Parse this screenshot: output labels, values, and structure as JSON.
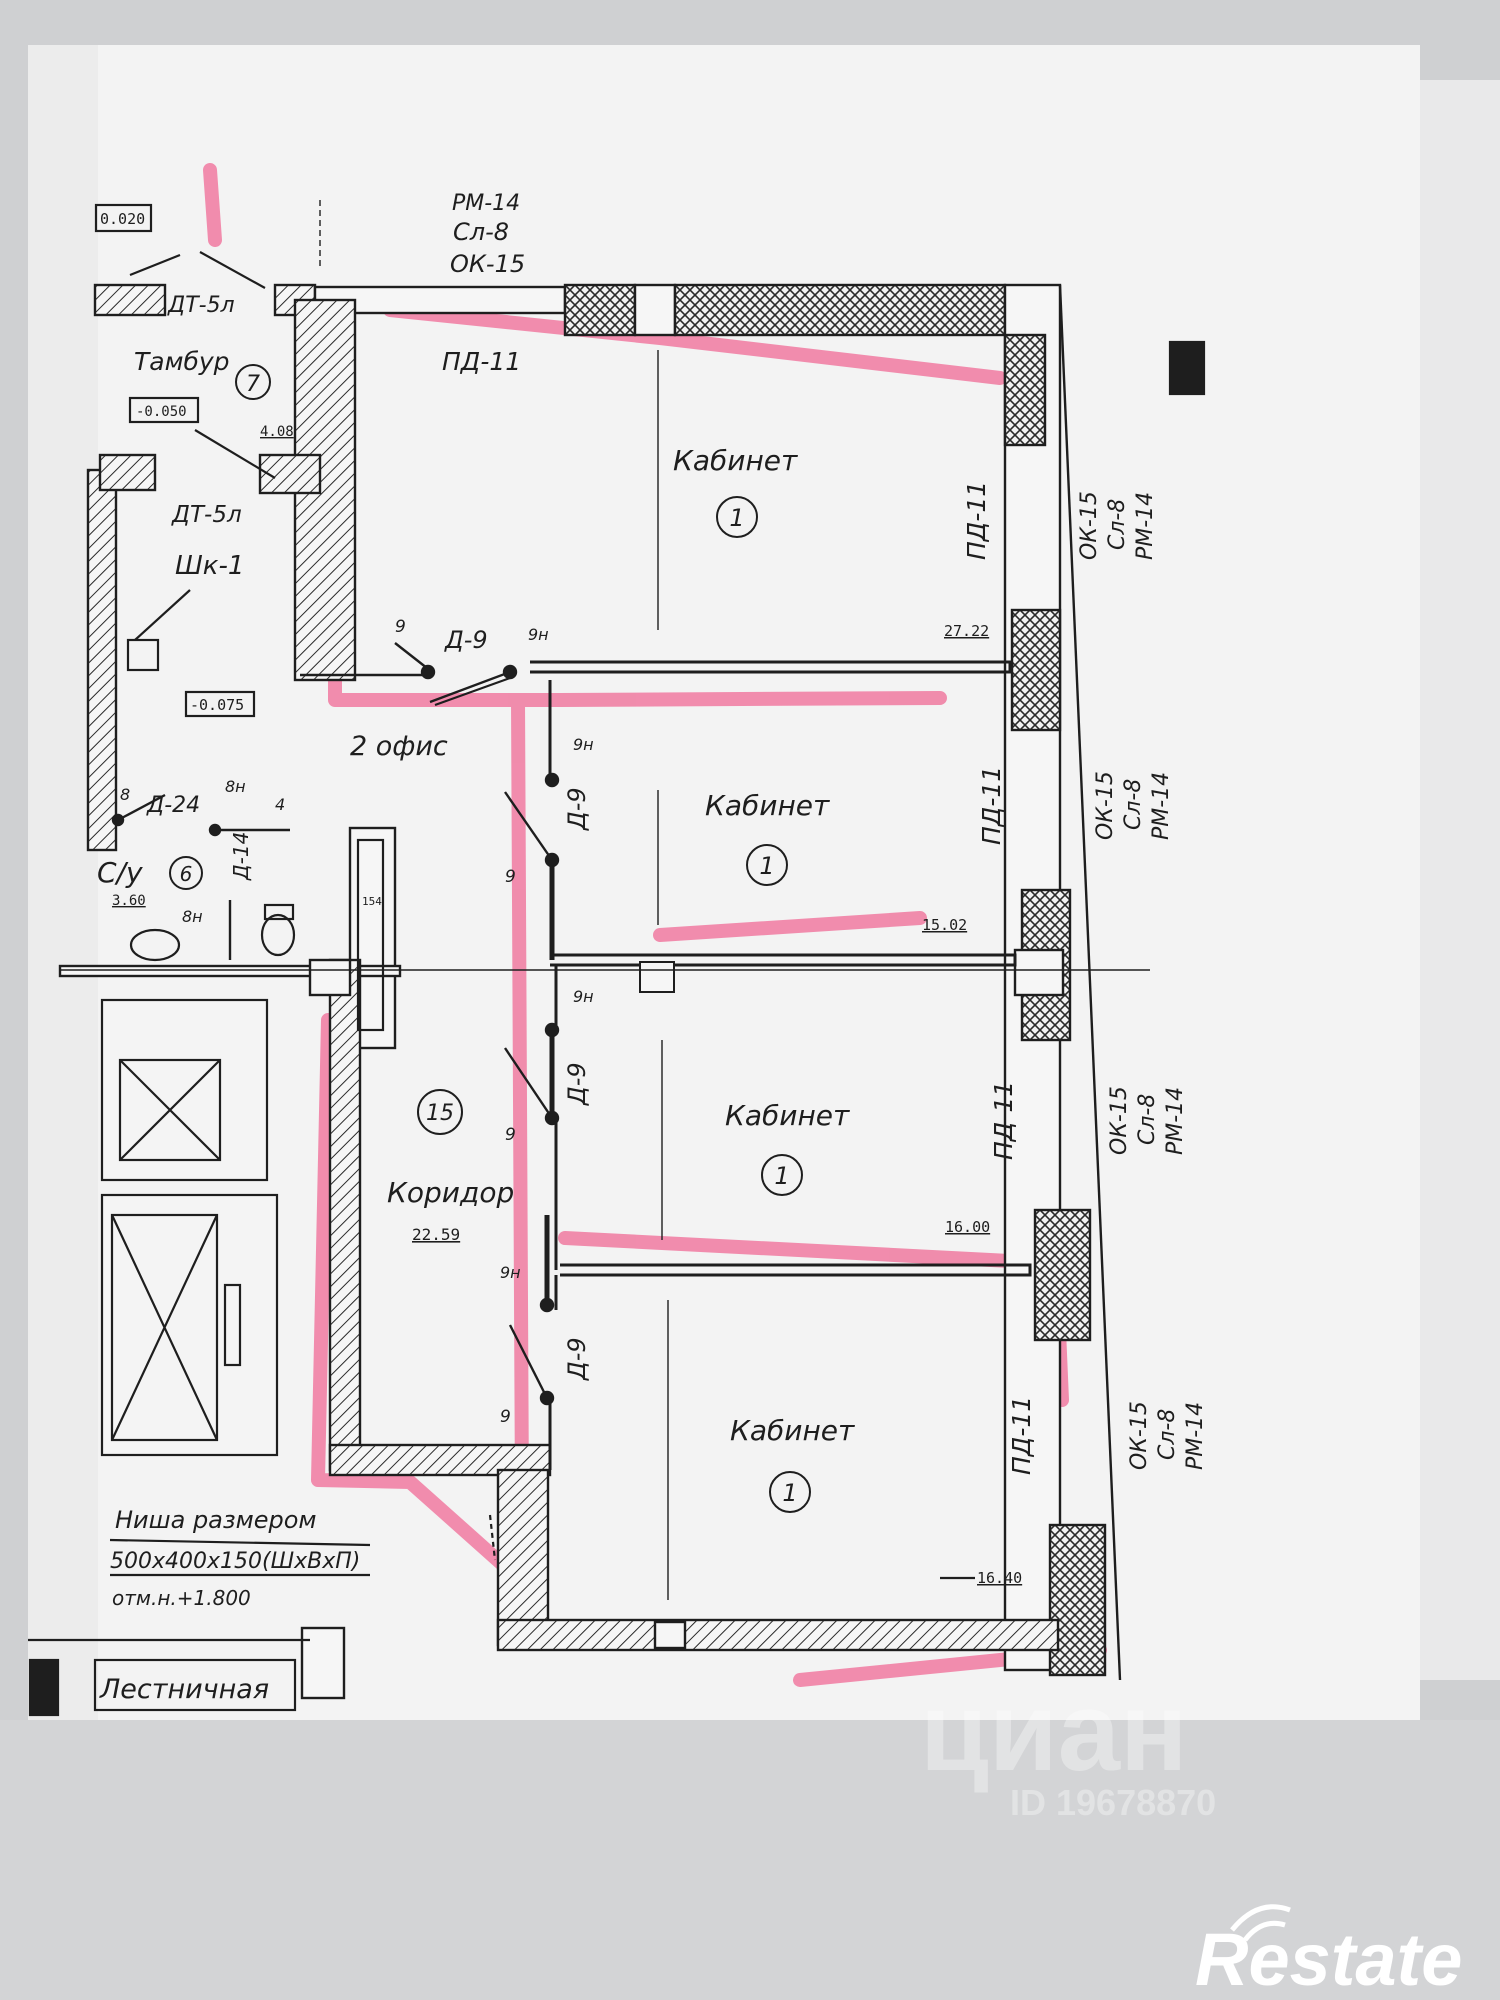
{
  "page": {
    "background": "#cfd0d2",
    "paper": "#f3f3f3",
    "ink": "#1e1e1e",
    "marker": "#f06a95"
  },
  "corner_marks": {
    "level": "0.020",
    "dt_5l_top": "ДТ-5л"
  },
  "top_windows": [
    "РМ-14",
    "Сл-8",
    "ОК-15"
  ],
  "pd11_top": "ПД-11",
  "tambur": {
    "name": "Тамбур",
    "num": "7",
    "level": "-0.050",
    "area": "4.08"
  },
  "dt_5l_mid": "ДТ-5л",
  "shk": "Шк-1",
  "office": {
    "name": "2 офис",
    "level": "-0.075"
  },
  "wc": {
    "name": "С/у",
    "num": "6",
    "area": "3.60",
    "door": "Д-24",
    "door2": "Д-14",
    "mark8": "8",
    "mark8n": "8н",
    "mark4": "4",
    "mark8n2": "8н"
  },
  "door_d9": "Д-9",
  "door_marks": {
    "m9": "9",
    "m9n": "9н"
  },
  "rooms": [
    {
      "name": "Кабинет",
      "num": "1",
      "area": "27.22"
    },
    {
      "name": "Кабинет",
      "num": "1",
      "area": "15.02"
    },
    {
      "name": "Кабинет",
      "num": "1",
      "area": "16.00"
    },
    {
      "name": "Кабинет",
      "num": "1",
      "area": "16.40"
    }
  ],
  "window_labels": {
    "pd": "ПД-11",
    "ok": "ОК-15",
    "sl": "Сл-8",
    "rm": "РМ-14"
  },
  "corridor": {
    "name": "Коридор",
    "num": "15",
    "area": "22.59"
  },
  "niche": [
    "Ниша размером",
    "500x400x150(ШхВхП)",
    "отм.н.+1.800"
  ],
  "stair": "Лестничная",
  "vent_tag": "154",
  "watermark": {
    "brand": "циан",
    "id": "ID 19678870",
    "logo": "Restate"
  }
}
